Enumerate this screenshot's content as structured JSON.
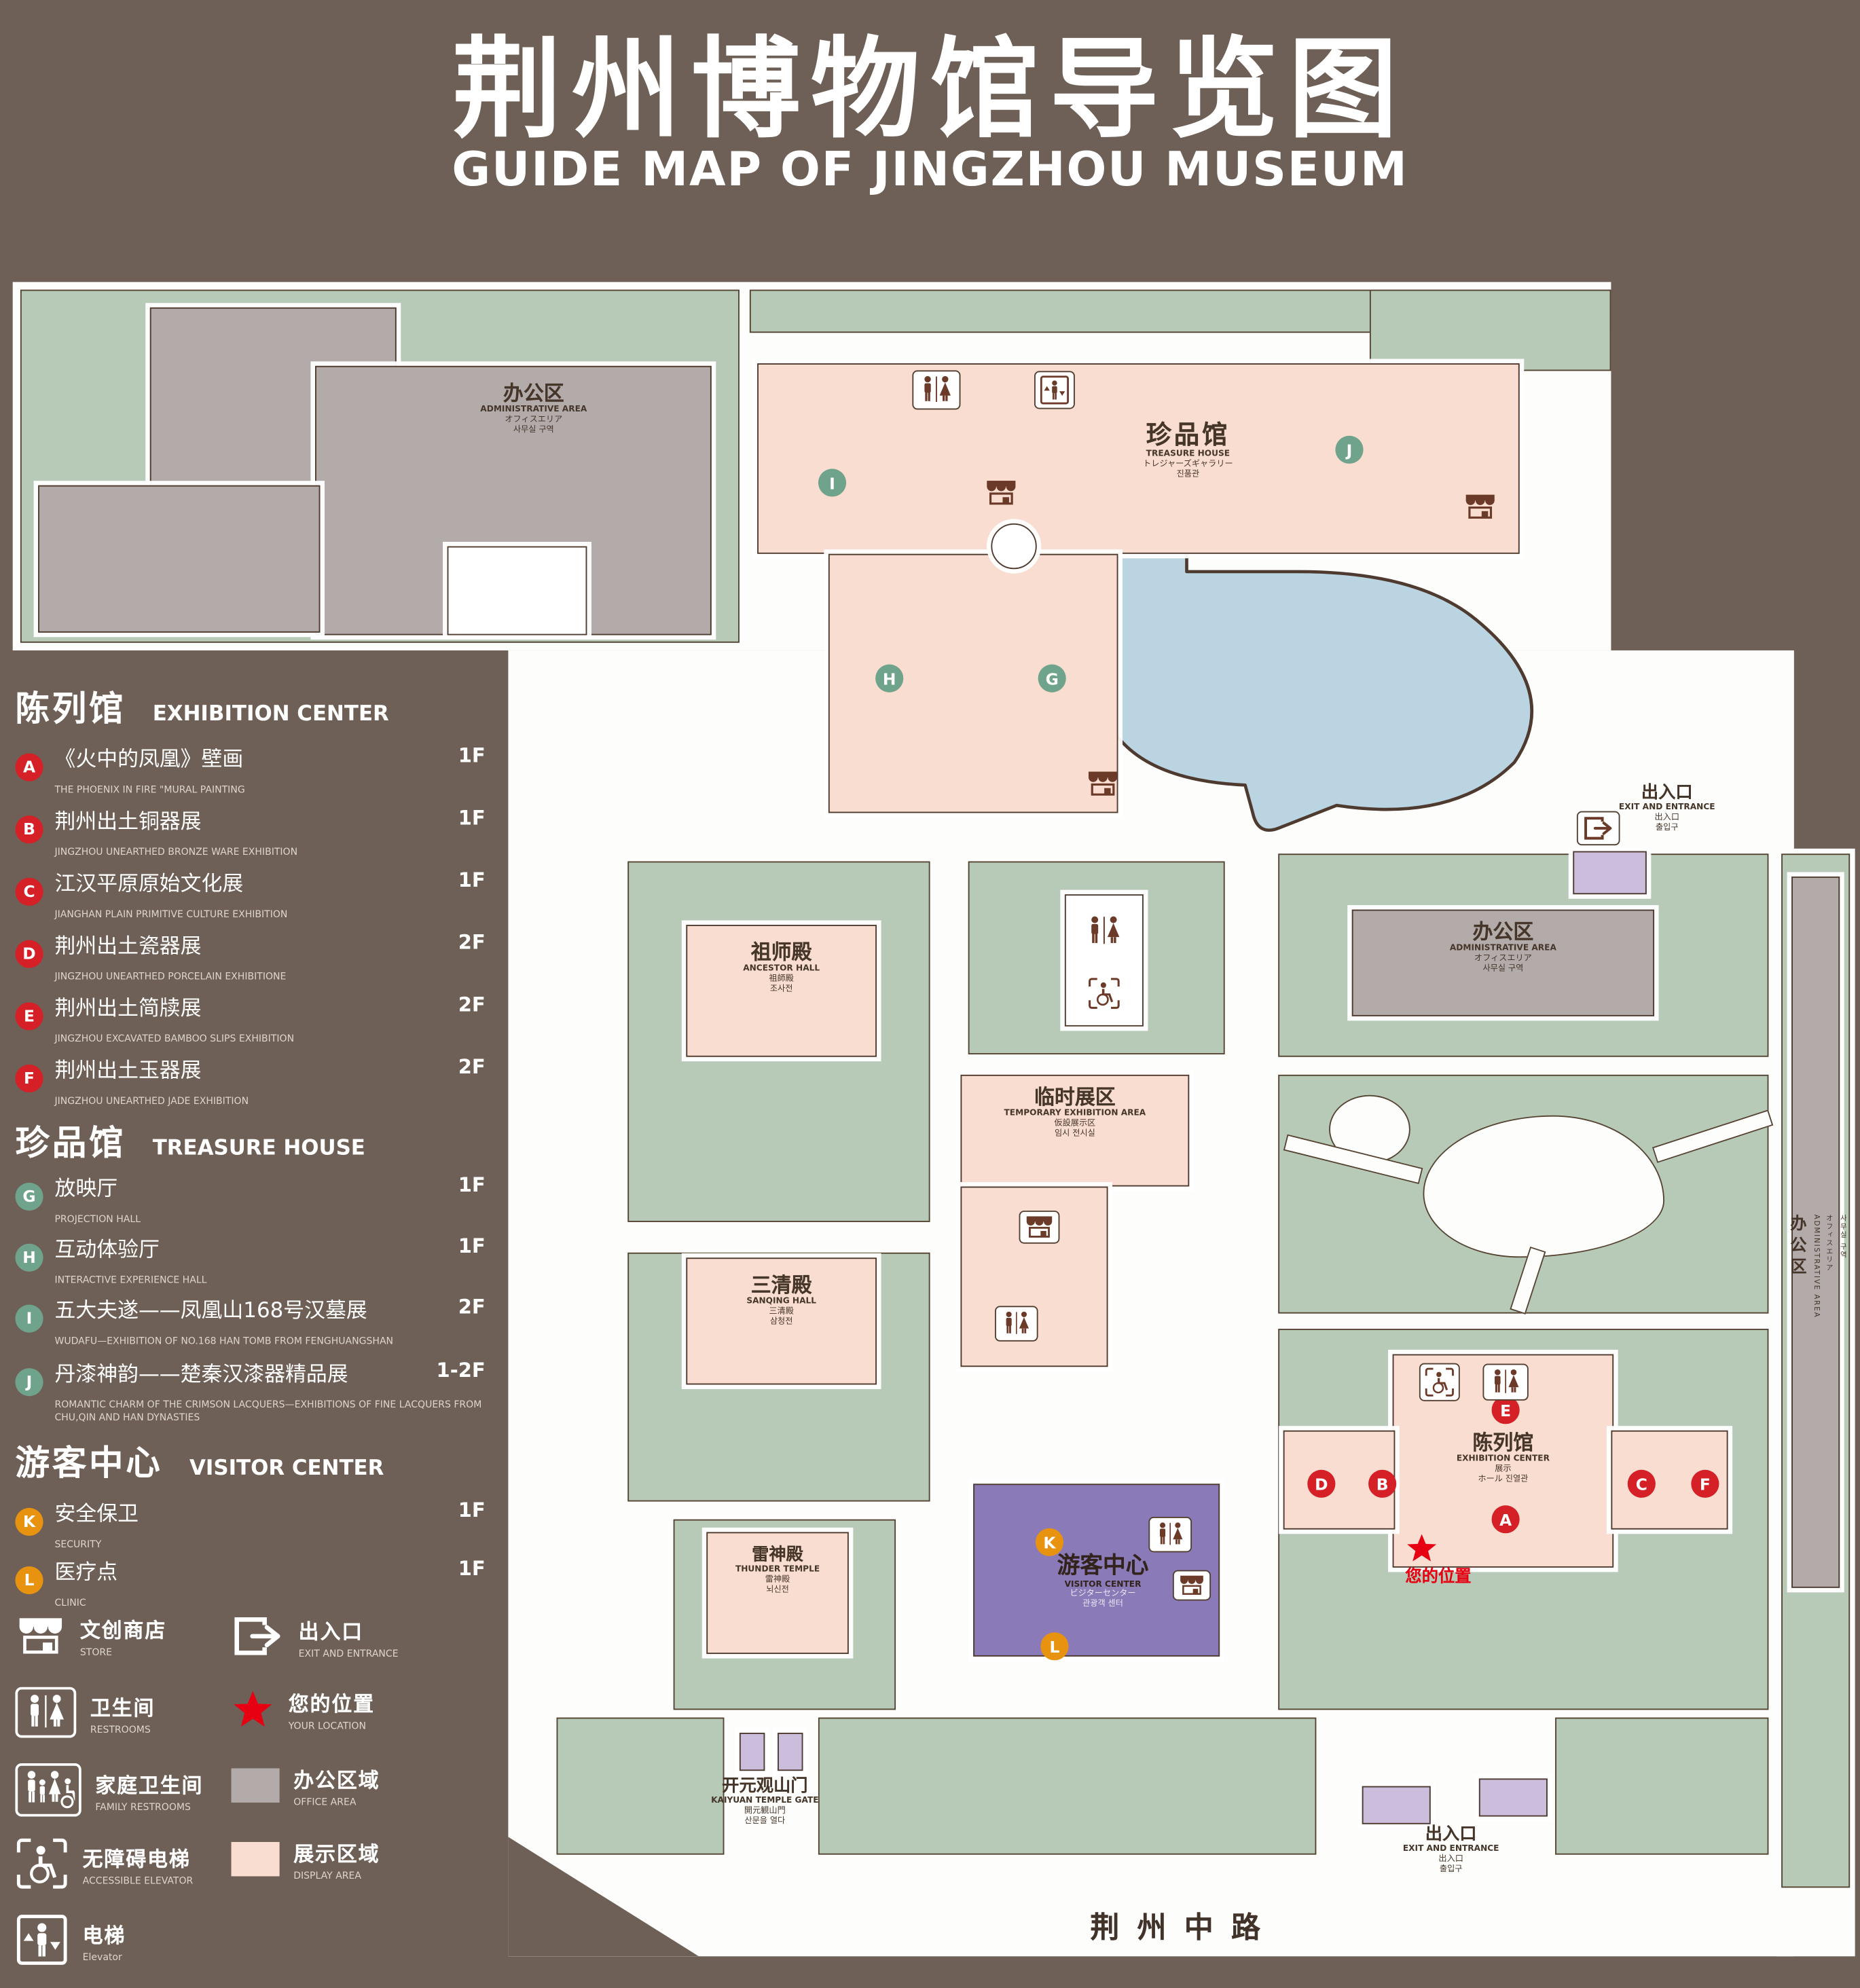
{
  "title": {
    "zh": "荆州博物馆导览图",
    "en": "GUIDE MAP OF JINGZHOU MUSEUM"
  },
  "colors": {
    "background": "#6e6056",
    "map_green": "#b7cab8",
    "display_area_pink": "#f8ddd0",
    "office_area_gray": "#b2abaa",
    "visitor_purple": "#8a7ab8",
    "entrance_lavender": "#cbbedd",
    "pond_blue": "#bad4e2",
    "marker_red": "#d42026",
    "marker_green": "#6fa38c",
    "marker_orange": "#e8930f",
    "location_red": "#e60012",
    "outline_brown": "#4e3a2e"
  },
  "legend": {
    "exhibition": {
      "zh": "陈列馆",
      "en": "EXHIBITION CENTER",
      "items": [
        {
          "letter": "A",
          "zh": "《火中的凤凰》壁画",
          "en": "THE PHOENIX IN FIRE \"MURAL PAINTING",
          "floor": "1F"
        },
        {
          "letter": "B",
          "zh": "荆州出土铜器展",
          "en": "JINGZHOU UNEARTHED BRONZE WARE EXHIBITION",
          "floor": "1F"
        },
        {
          "letter": "C",
          "zh": "江汉平原原始文化展",
          "en": "JIANGHAN PLAIN PRIMITIVE CULTURE EXHIBITION",
          "floor": "1F"
        },
        {
          "letter": "D",
          "zh": "荆州出土瓷器展",
          "en": "JINGZHOU UNEARTHED PORCELAIN EXHIBITIONE",
          "floor": "2F"
        },
        {
          "letter": "E",
          "zh": "荆州出土简牍展",
          "en": "JINGZHOU EXCAVATED BAMBOO SLIPS EXHIBITION",
          "floor": "2F"
        },
        {
          "letter": "F",
          "zh": "荆州出土玉器展",
          "en": "JINGZHOU UNEARTHED JADE EXHIBITION",
          "floor": "2F"
        }
      ]
    },
    "treasure": {
      "zh": "珍品馆",
      "en": "TREASURE HOUSE",
      "items": [
        {
          "letter": "G",
          "zh": "放映厅",
          "en": "PROJECTION HALL",
          "floor": "1F"
        },
        {
          "letter": "H",
          "zh": "互动体验厅",
          "en": "INTERACTIVE EXPERIENCE HALL",
          "floor": "1F"
        },
        {
          "letter": "I",
          "zh": "五大夫遂——凤凰山168号汉墓展",
          "en": "WUDAFU—EXHIBITION OF NO.168 HAN TOMB FROM FENGHUANGSHAN",
          "floor": "2F"
        },
        {
          "letter": "J",
          "zh": "丹漆神韵——楚秦汉漆器精品展",
          "en": "ROMANTIC CHARM OF THE CRIMSON LACQUERS—EXHIBITIONS OF FINE LACQUERS FROM CHU,QIN AND HAN DYNASTIES",
          "floor": "1-2F"
        }
      ]
    },
    "visitor": {
      "zh": "游客中心",
      "en": "VISITOR CENTER",
      "items": [
        {
          "letter": "K",
          "zh": "安全保卫",
          "en": "SECURITY",
          "floor": "1F"
        },
        {
          "letter": "L",
          "zh": "医疗点",
          "en": "CLINIC",
          "floor": "1F"
        }
      ]
    },
    "symbols": [
      {
        "icon": "store-icon",
        "zh": "文创商店",
        "en": "STORE"
      },
      {
        "icon": "restroom-icon",
        "zh": "卫生间",
        "en": "RESTROOMS"
      },
      {
        "icon": "family-restroom-icon",
        "zh": "家庭卫生间",
        "en": "FAMILY RESTROOMS"
      },
      {
        "icon": "accessible-elevator-icon",
        "zh": "无障碍电梯",
        "en": "ACCESSIBLE ELEVATOR"
      },
      {
        "icon": "elevator-icon",
        "zh": "电梯",
        "en": "Elevator"
      },
      {
        "icon": "exit-icon",
        "zh": "出入口",
        "en": "EXIT AND ENTRANCE"
      },
      {
        "icon": "location-star-icon",
        "zh": "您的位置",
        "en": "YOUR LOCATION"
      },
      {
        "icon": "office-area-swatch",
        "zh": "办公区域",
        "en": "OFFICE AREA"
      },
      {
        "icon": "display-area-swatch",
        "zh": "展示区域",
        "en": "DISPLAY AREA"
      }
    ]
  },
  "map": {
    "markers": {
      "a": "A",
      "b": "B",
      "c": "C",
      "d": "D",
      "e": "E",
      "f": "F",
      "g": "G",
      "h": "H",
      "i": "I",
      "j": "J",
      "k": "K",
      "l": "L"
    },
    "admin_nw": {
      "l1": "办公区",
      "l2": "ADMINISTRATIVE AREA",
      "l3": "オフィスエリア",
      "l4": "사무실 구역"
    },
    "treasure_house": {
      "l1": "珍品馆",
      "l2": "TREASURE HOUSE",
      "l3": "トレジャーズギャラリー",
      "l4": "진품관"
    },
    "exit_ne": {
      "l1": "出入口",
      "l2": "EXIT AND ENTRANCE",
      "l3": "出入口",
      "l4": "출입구"
    },
    "admin_e": {
      "l1": "办公区",
      "l2": "ADMINISTRATIVE AREA",
      "l3": "オフィスエリア",
      "l4": "사무실 구역"
    },
    "admin_far_e": {
      "l1": "办公区",
      "l2": "ADMINISTRATIVE AREA",
      "l3": "オフィスエリア",
      "l4": "사무실 구역"
    },
    "ancestor_hall": {
      "l1": "祖师殿",
      "l2": "ANCESTOR HALL",
      "l3": "祖師殿",
      "l4": "조사전"
    },
    "temporary_exhibition": {
      "l1": "临时展区",
      "l2": "TEMPORARY EXHIBITION AREA",
      "l3": "仮設展示区",
      "l4": "임시 전시실"
    },
    "sanqing_hall": {
      "l1": "三清殿",
      "l2": "SANQING HALL",
      "l3": "三清殿",
      "l4": "삼청전"
    },
    "thunder_temple": {
      "l1": "雷神殿",
      "l2": "THUNDER TEMPLE",
      "l3": "雷神殿",
      "l4": "뇌신전"
    },
    "visitor_center": {
      "l1": "游客中心",
      "l2": "VISITOR CENTER",
      "l3": "ビジターセンター",
      "l4": "관광객 센터"
    },
    "exhibition_center": {
      "l1": "陈列馆",
      "l2": "EXHIBITION CENTER",
      "l3": "展示",
      "l4": "ホール 진열관"
    },
    "your_location": {
      "l1": "您的位置"
    },
    "gate": {
      "l1": "开元观山门",
      "l2": "KAIYUAN TEMPLE GATE",
      "l3": "開元観山門",
      "l4": "산문을 열다"
    },
    "exit_s": {
      "l1": "出入口",
      "l2": "EXIT AND ENTRANCE",
      "l3": "出入口",
      "l4": "출입구"
    },
    "road": {
      "l1": "荆州中路"
    }
  }
}
